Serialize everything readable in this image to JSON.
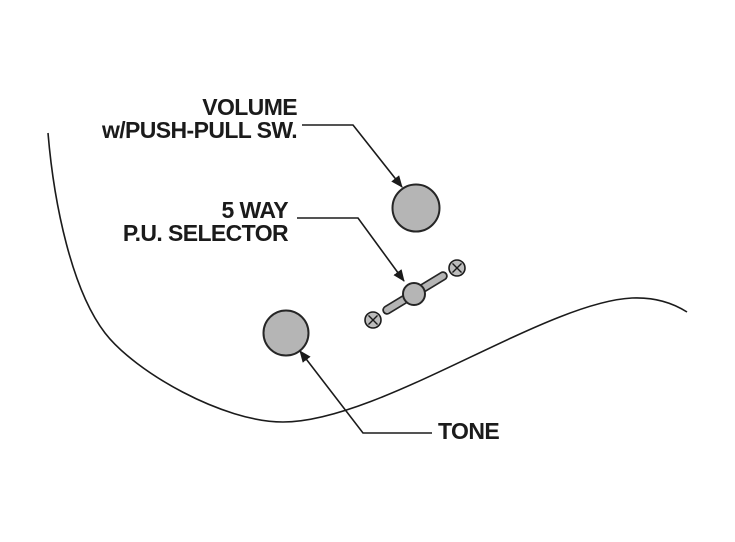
{
  "diagram_title": "Guitar control layout",
  "labels": {
    "volume_line1": "VOLUME",
    "volume_line2": "w/PUSH-PULL SW.",
    "selector_line1": "5 WAY",
    "selector_line2": "P.U. SELECTOR",
    "tone": "TONE"
  },
  "components": {
    "volume_knob": "volume knob with push-pull switch",
    "tone_knob": "tone knob",
    "selector": "5-way pickup selector switch with lever and two mounting screws",
    "outline": "guitar body edge outline"
  },
  "colors": {
    "background": "#ffffff",
    "line": "#1b1b1b",
    "knob-fill": "#b5b5b5",
    "knob-stroke": "#262626",
    "screw-fill": "#bdbdbd"
  }
}
